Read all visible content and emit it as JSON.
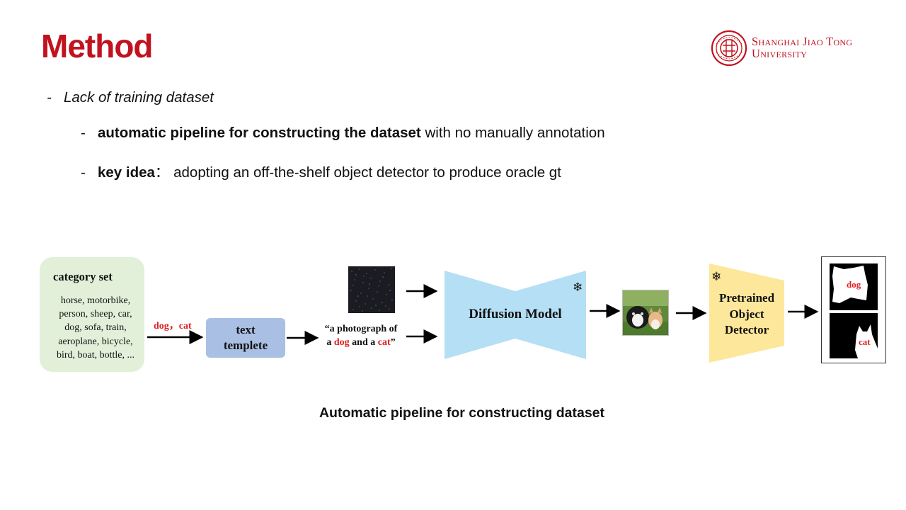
{
  "slide": {
    "title": "Method",
    "logo": {
      "line1": "Shanghai Jiao Tong",
      "line2": "University"
    },
    "bullets": [
      {
        "dash": "-",
        "text": "Lack of training dataset"
      },
      {
        "dash": "-",
        "strong": "automatic pipeline for constructing the dataset",
        "text": " with no manually annotation"
      },
      {
        "dash": "-",
        "strong": "key idea",
        "text": "：  adopting an off-the-shelf object detector to produce oracle gt"
      }
    ],
    "caption": "Automatic pipeline for constructing dataset"
  },
  "diagram": {
    "category_set": {
      "header": "category set",
      "items": [
        "horse, motorbike,",
        "person, sheep, car,",
        "dog, sofa, train,",
        "aeroplane, bicycle,",
        "bird, boat, bottle, ..."
      ]
    },
    "selected_categories": "dog，cat",
    "text_template": {
      "line1": "text",
      "line2": "templete"
    },
    "prompt": {
      "open": "“a photograph of",
      "a": "a ",
      "dog": "dog",
      "and": " and a  ",
      "cat": "cat",
      "close": "”"
    },
    "diffusion_model": "Diffusion Model",
    "detector": {
      "line1": "Pretrained",
      "line2": "Object",
      "line3": "Detector"
    },
    "mask_labels": [
      "dog",
      "cat"
    ],
    "frozen_icon": "❄",
    "colors": {
      "title_red": "#c1121f",
      "label_red": "#e02020",
      "category_bg": "#e2f0d9",
      "template_bg": "#aabfe4",
      "diffusion_fill": "#b4dff5",
      "detector_fill": "#fde79a"
    }
  }
}
